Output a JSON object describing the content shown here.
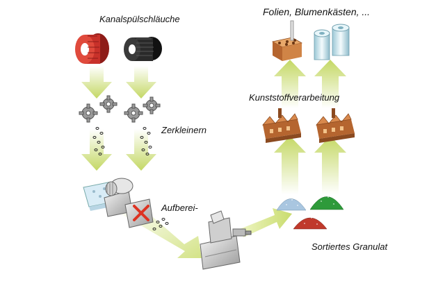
{
  "labels": {
    "hoses": "Kanalspülschläuche",
    "shred": "Zerkleinern",
    "prep": "Aufberei-",
    "granulate": "Sortiertes Granulat",
    "processing": "Kunststoffverarbeitung",
    "products": "Folien, Blumenkästen, ..."
  },
  "icons": [
    "red-hose-coil-icon",
    "black-hose-coil-icon",
    "gear-icon",
    "washing-machine-icon",
    "extruder-machine-icon",
    "granulate-pile-icon",
    "factory-icon",
    "box-product-icon",
    "foil-rolls-icon"
  ],
  "colors": {
    "arrow_light": "#f1f7c9",
    "arrow_dark": "#c4d864",
    "hose_red": "#c8312a",
    "hose_black": "#2a2a2a",
    "factory_brick": "#c8743a",
    "granulate_blue": "#a9c6e0",
    "granulate_green": "#2e9a3a",
    "granulate_red": "#c0392b"
  }
}
